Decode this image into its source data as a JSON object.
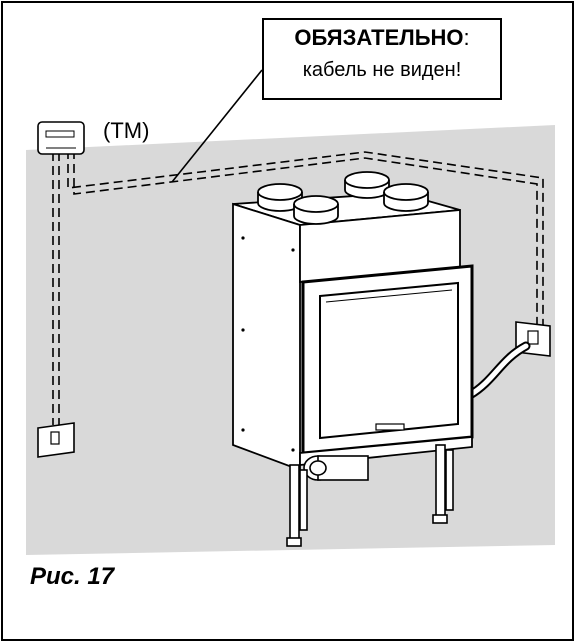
{
  "callout": {
    "title": "ОБЯЗАТЕЛЬНО",
    "title_suffix": ":",
    "subtitle": "кабель не виден!"
  },
  "thermostat_label": "(TM)",
  "caption": "Рис. 17",
  "colors": {
    "line": "#000000",
    "paper": "#ffffff",
    "steel": "#d9d9d9"
  }
}
